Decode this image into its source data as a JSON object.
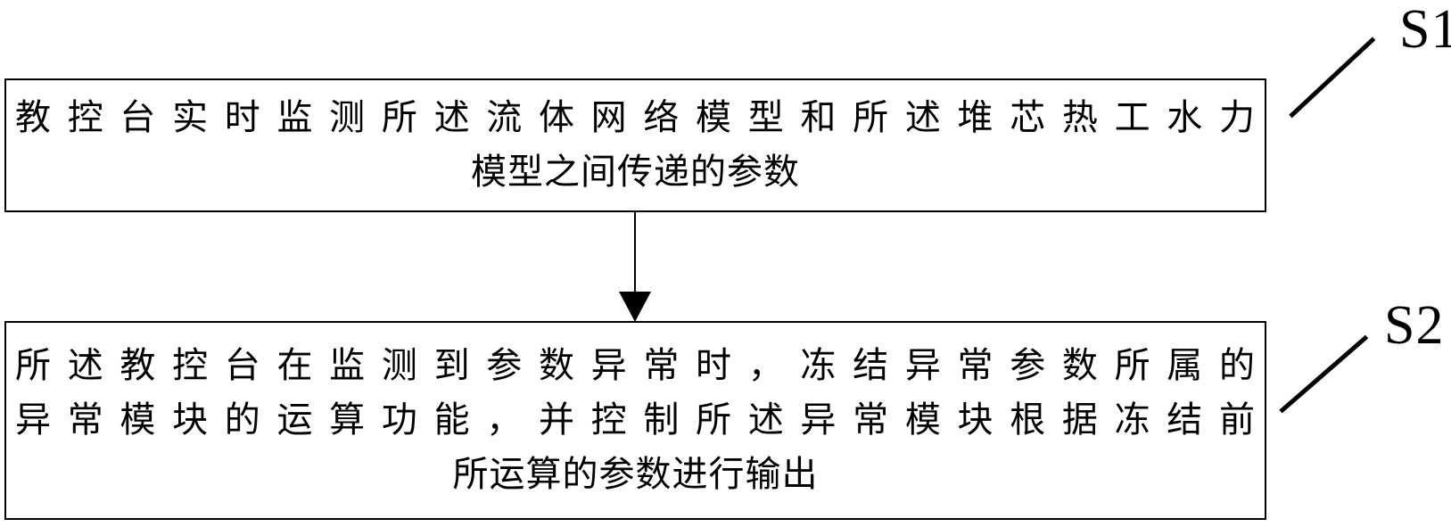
{
  "diagram": {
    "type": "flowchart",
    "background_color": "#ffffff",
    "stroke_color": "#000000",
    "steps": [
      {
        "id": "S1",
        "label": "S1",
        "text": "教控台实时监测所述流体网络模型和所述堆芯热工水力模型之间传递的参数",
        "lines": [
          "教控台实时监测所述流体网络模型和所述堆芯热工水力",
          "模型之间传递的参数"
        ]
      },
      {
        "id": "S2",
        "label": "S2",
        "text": "所述教控台在监测到参数异常时，冻结异常参数所属的异常模块的运算功能，并控制所述异常模块根据冻结前所运算的参数进行输出",
        "lines": [
          "所述教控台在监测到参数异常时，冻结异常参数所属的",
          "异常模块的运算功能，并控制所述异常模块根据冻结前",
          "所运算的参数进行输出"
        ]
      }
    ],
    "connectors": [
      {
        "from": "S1",
        "to": "S2",
        "style": "solid-arrow-down"
      }
    ]
  }
}
